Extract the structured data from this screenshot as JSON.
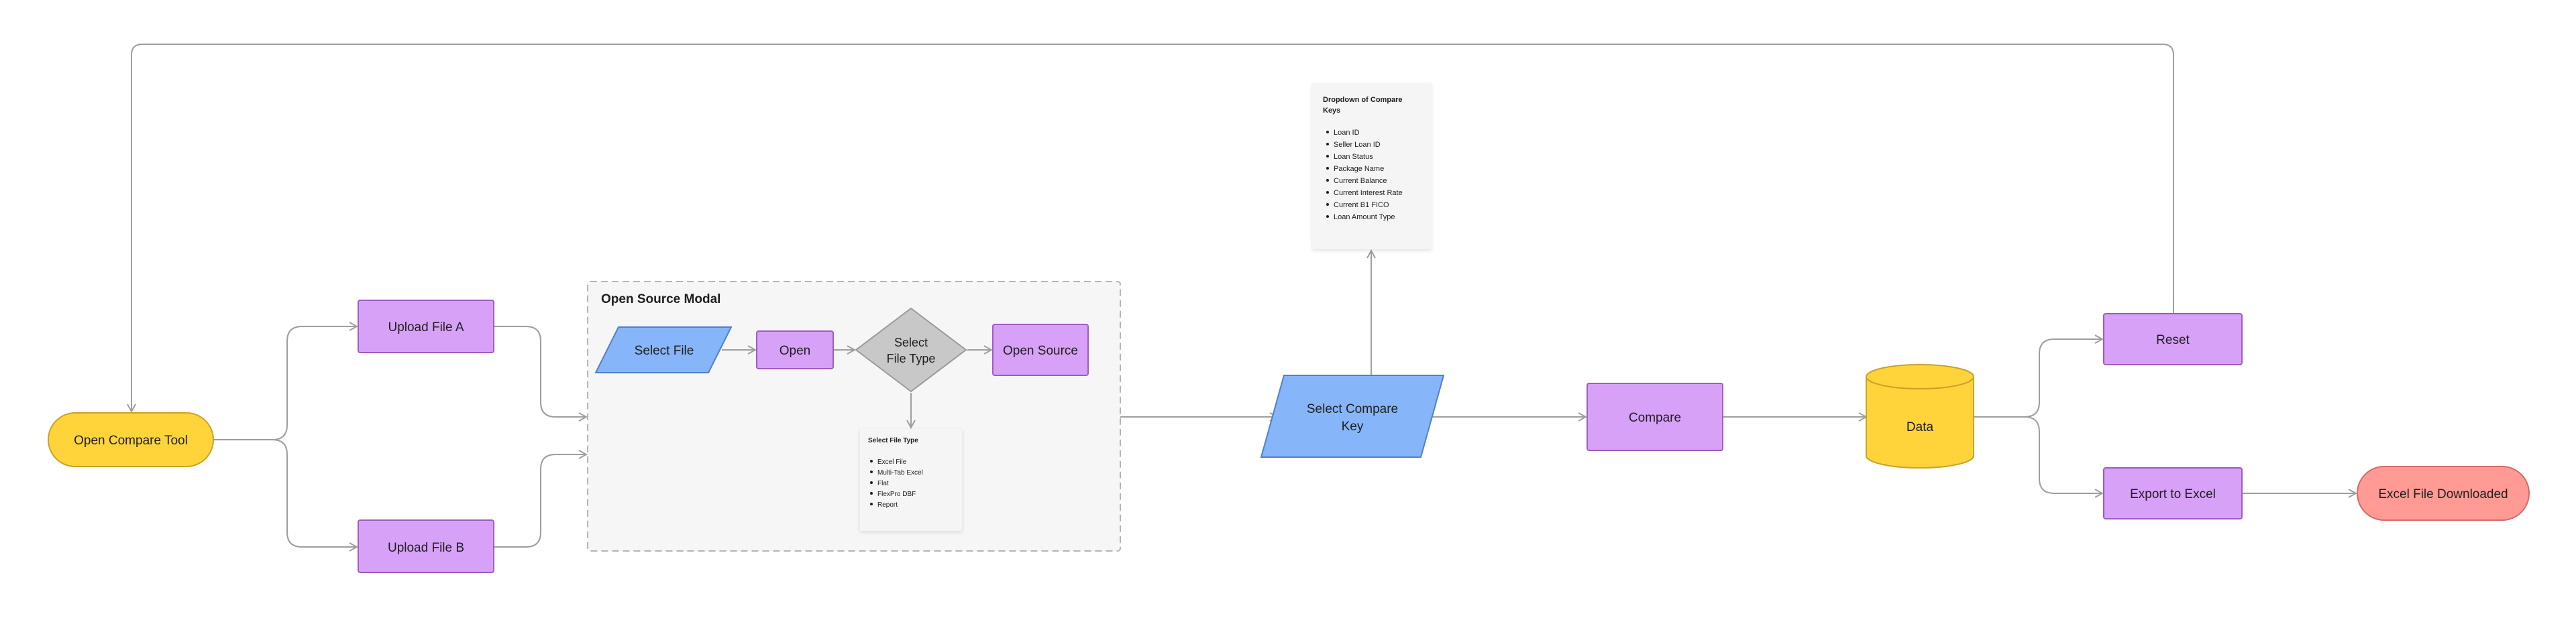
{
  "nodes": {
    "open_compare_tool": "Open Compare Tool",
    "upload_file_a": "Upload File A",
    "upload_file_b": "Upload File B",
    "select_file": "Select File",
    "open": "Open",
    "select_file_type": [
      "Select",
      "File Type"
    ],
    "open_source": "Open Source",
    "select_compare_key": [
      "Select Compare",
      "Key"
    ],
    "compare": "Compare",
    "data": "Data",
    "reset": "Reset",
    "export_to_excel": "Export to Excel",
    "excel_file_downloaded": "Excel File Downloaded"
  },
  "modal": {
    "title": "Open Source Modal"
  },
  "notes": {
    "file_types": {
      "title": "Select File Type",
      "items": [
        "Excel File",
        "Multi-Tab Excel",
        "Flat",
        "FlexPro DBF",
        "Report"
      ]
    },
    "compare_keys": {
      "title": [
        "Dropdown of Compare",
        "Keys"
      ],
      "items": [
        "Loan ID",
        "Seller Loan ID",
        "Loan Status",
        "Package Name",
        "Current Balance",
        "Current Interest Rate",
        "Current B1 FICO",
        "Loan Amount Type"
      ]
    }
  },
  "colors": {
    "yellow": "#FFD43B",
    "yellow_stroke": "#C9A227",
    "purple": "#D8A1F8",
    "purple_stroke": "#A05BBF",
    "blue": "#86B6F9",
    "blue_stroke": "#4F7FCC",
    "gray_diamond": "#C8C8C8",
    "gray_stroke": "#9A9A9A",
    "red": "#FF9A94",
    "red_stroke": "#D46A66",
    "connector": "#9E9E9E",
    "modal_fill": "#F6F6F6",
    "modal_stroke": "#B5B5B5",
    "note_fill": "#F5F5F5"
  }
}
